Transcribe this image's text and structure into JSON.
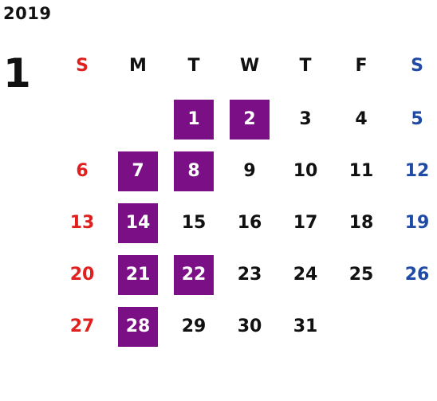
{
  "year": "2019",
  "month": "1",
  "colors": {
    "text": "#111111",
    "sunday": "#e0201e",
    "saturday": "#1f4aa6",
    "highlight_bg": "#7b0f86",
    "highlight_text": "#ffffff"
  },
  "weekdays": [
    "S",
    "M",
    "T",
    "W",
    "T",
    "F",
    "S"
  ],
  "weeks": [
    [
      null,
      null,
      {
        "d": "1",
        "hl": true
      },
      {
        "d": "2",
        "hl": true
      },
      {
        "d": "3"
      },
      {
        "d": "4"
      },
      {
        "d": "5"
      }
    ],
    [
      {
        "d": "6"
      },
      {
        "d": "7",
        "hl": true
      },
      {
        "d": "8",
        "hl": true
      },
      {
        "d": "9"
      },
      {
        "d": "10"
      },
      {
        "d": "11"
      },
      {
        "d": "12"
      }
    ],
    [
      {
        "d": "13"
      },
      {
        "d": "14",
        "hl": true
      },
      {
        "d": "15"
      },
      {
        "d": "16"
      },
      {
        "d": "17"
      },
      {
        "d": "18"
      },
      {
        "d": "19"
      }
    ],
    [
      {
        "d": "20"
      },
      {
        "d": "21",
        "hl": true
      },
      {
        "d": "22",
        "hl": true
      },
      {
        "d": "23"
      },
      {
        "d": "24"
      },
      {
        "d": "25"
      },
      {
        "d": "26"
      }
    ],
    [
      {
        "d": "27"
      },
      {
        "d": "28",
        "hl": true
      },
      {
        "d": "29"
      },
      {
        "d": "30"
      },
      {
        "d": "31"
      },
      null,
      null
    ]
  ]
}
